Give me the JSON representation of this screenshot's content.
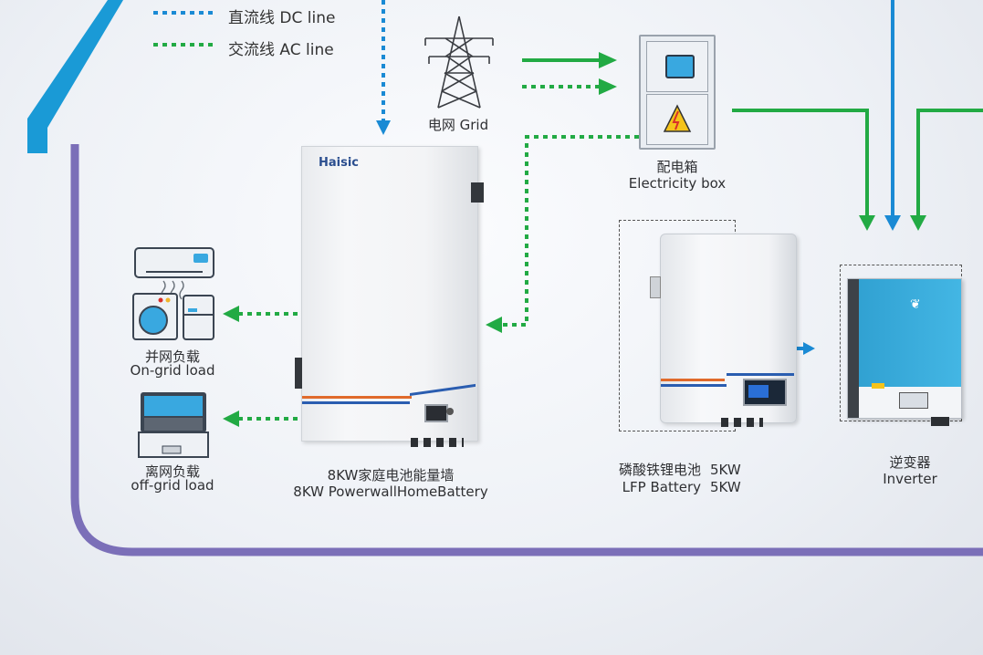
{
  "legend": {
    "dc_text": "直流线 DC line",
    "ac_text": "交流线 AC line"
  },
  "colors": {
    "dc_line": "#1a8ad4",
    "ac_line": "#22aa44",
    "house_outline_left": "#1a9ad6",
    "house_outline_bottom": "#7b6fb8",
    "battery_accent_orange": "#e06a2b",
    "battery_accent_blue": "#2a5db0",
    "inverter_blue": "#3aaede"
  },
  "grid": {
    "label": "电网 Grid"
  },
  "electricity_box": {
    "label_cn": "配电箱",
    "label_en": "Electricity box"
  },
  "powerwall": {
    "brand": "Haisic",
    "label_cn": "8KW家庭电池能量墙",
    "label_en": "8KW PowerwallHomeBattery"
  },
  "lfp_battery": {
    "label_cn": "磷酸铁锂电池",
    "label_cn_power": "5KW",
    "label_en": "LFP Battery",
    "label_en_power": "5KW"
  },
  "inverter": {
    "label_cn": "逆变器",
    "label_en": "Inverter"
  },
  "on_grid_load": {
    "label_cn": "并网负载",
    "label_en": "On-grid load"
  },
  "off_grid_load": {
    "label_cn": "离网负载",
    "label_en": "off-grid load"
  }
}
